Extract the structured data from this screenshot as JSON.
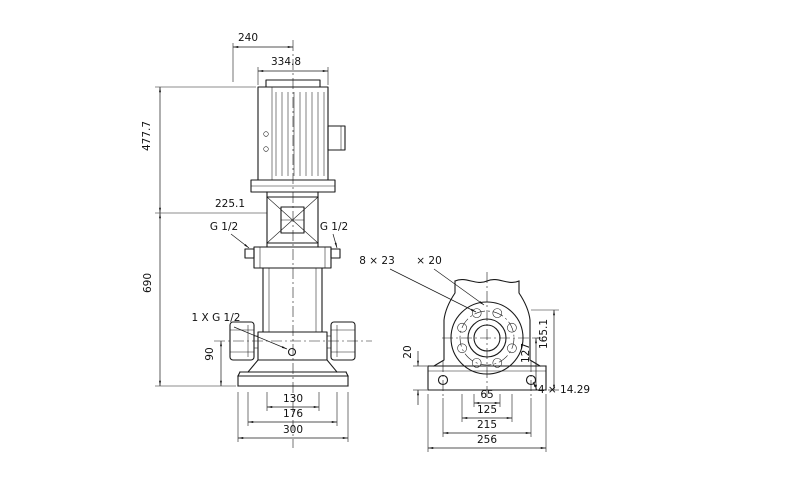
{
  "drawing": {
    "left_view": {
      "top_width": "240",
      "motor_width": "334.8",
      "motor_height": "477.7",
      "total_height": "690",
      "head_dim": "225.1",
      "plug_left_label": "G 1/2",
      "plug_right_label": "G 1/2",
      "drain_label": "1 X G 1/2",
      "port_height": "90",
      "dim_130": "130",
      "dim_176": "176",
      "dim_300": "300"
    },
    "right_view": {
      "flange_holes_label": "8 × 23",
      "flange_holes_label2": "× 20",
      "base_thickness": "20",
      "dim_127": "127",
      "dim_165": "165.1",
      "dim_65": "65",
      "dim_125": "125",
      "dim_215": "215",
      "dim_256": "256",
      "base_holes_label": "4 × 14.29"
    }
  }
}
